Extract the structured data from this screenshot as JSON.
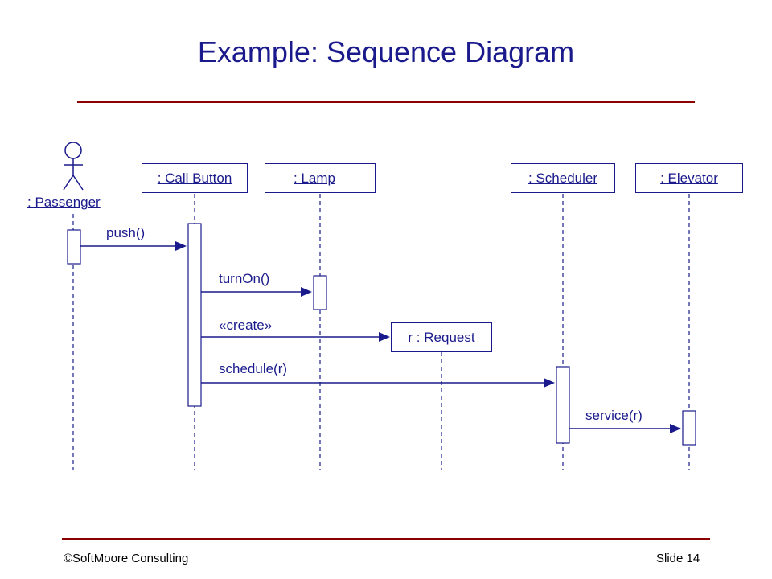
{
  "slide": {
    "title": "Example: Sequence Diagram",
    "footer_left": "©SoftMoore Consulting",
    "footer_right": "Slide 14"
  },
  "actor": {
    "label": ": Passenger"
  },
  "objects": {
    "call_button": ": Call Button",
    "lamp": ": Lamp",
    "scheduler": ": Scheduler",
    "elevator": ": Elevator",
    "request": "r : Request"
  },
  "messages": {
    "push": "push()",
    "turn_on": "turnOn()",
    "create": "«create»",
    "schedule": "schedule(r)",
    "service": "service(r)"
  },
  "colors": {
    "diagram": "#1a1a8c",
    "rule": "#8b0000"
  }
}
